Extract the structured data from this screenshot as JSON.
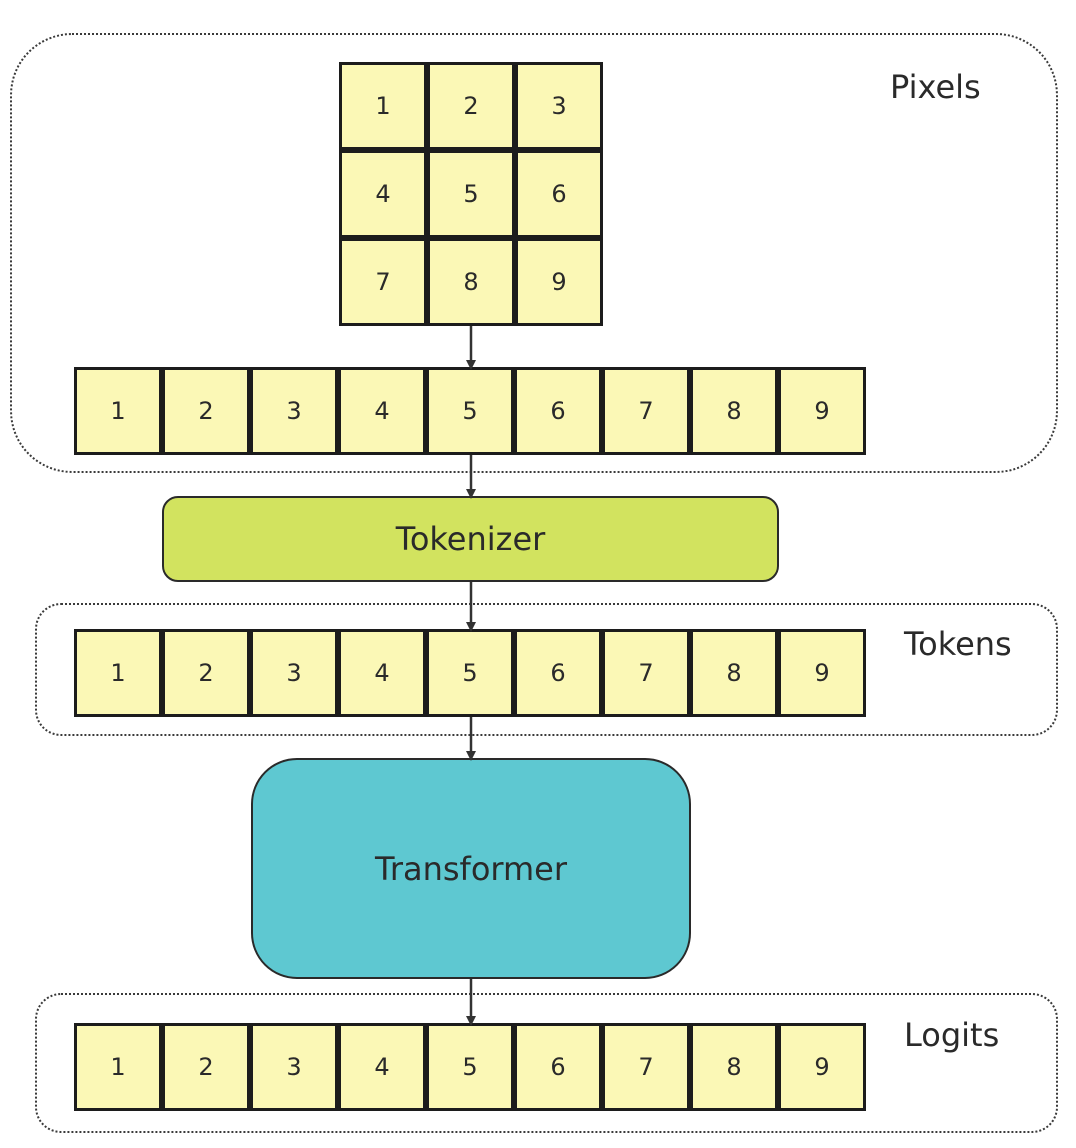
{
  "groups": {
    "pixels": "Pixels",
    "tokens": "Tokens",
    "logits": "Logits"
  },
  "blocks": {
    "tokenizer": "Tokenizer",
    "transformer": "Transformer"
  },
  "pixel_grid": [
    "1",
    "2",
    "3",
    "4",
    "5",
    "6",
    "7",
    "8",
    "9"
  ],
  "pixel_sequence": [
    "1",
    "2",
    "3",
    "4",
    "5",
    "6",
    "7",
    "8",
    "9"
  ],
  "token_sequence": [
    "1",
    "2",
    "3",
    "4",
    "5",
    "6",
    "7",
    "8",
    "9"
  ],
  "logit_sequence": [
    "1",
    "2",
    "3",
    "4",
    "5",
    "6",
    "7",
    "8",
    "9"
  ],
  "colors": {
    "cell_fill": "#fbf8b6",
    "tokenizer_fill": "#d2e35f",
    "transformer_fill": "#5ec8d1"
  }
}
